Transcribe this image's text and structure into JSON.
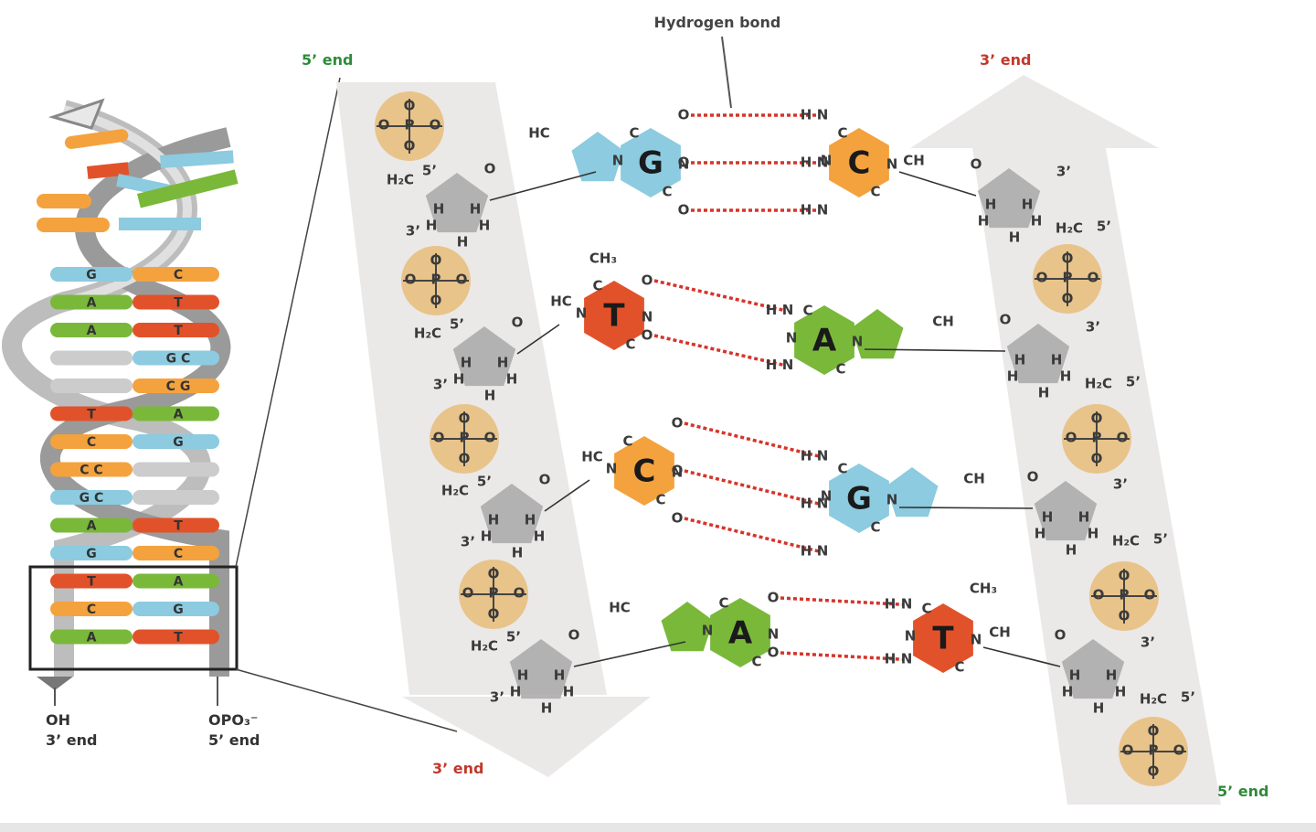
{
  "labels": {
    "hydrogen_bond": "Hydrogen bond",
    "left_top": "5’ end",
    "left_bottom": "3’ end",
    "right_top": "3’ end",
    "right_bottom": "5’ end",
    "helix_oh": "OH",
    "helix_oh_end": "3’ end",
    "helix_opo": "OPO₃⁻",
    "helix_opo_end": "5’ end"
  },
  "helix_pairs": [
    {
      "left": "G",
      "right": "C"
    },
    {
      "left": "A",
      "right": "T"
    },
    {
      "left": "A",
      "right": "T"
    },
    {
      "left": "",
      "right": "G C"
    },
    {
      "left": "",
      "right": "C G"
    },
    {
      "left": "T",
      "right": "A"
    },
    {
      "left": "C",
      "right": "G"
    },
    {
      "left": "C C",
      "right": ""
    },
    {
      "left": "G C",
      "right": ""
    },
    {
      "left": "A",
      "right": "T"
    },
    {
      "left": "G",
      "right": "C"
    },
    {
      "left": "T",
      "right": "A"
    },
    {
      "left": "C",
      "right": "G"
    },
    {
      "left": "A",
      "right": "T"
    }
  ],
  "base_pairs": [
    {
      "left": "G",
      "right": "C"
    },
    {
      "left": "T",
      "right": "A"
    },
    {
      "left": "C",
      "right": "G"
    },
    {
      "left": "A",
      "right": "T"
    }
  ],
  "colors": {
    "G": "#8ccbe0",
    "C": "#f4a23e",
    "T": "#e2522a",
    "A": "#7ab83a",
    "phosphate": "#e8c48a",
    "sugar": "#a8a8a8",
    "hbond": "#d6342a",
    "prime_red": "#c0392b",
    "prime_green": "#2e8b3a"
  },
  "atoms": {
    "P": "P",
    "O": "O",
    "H": "H",
    "N": "N",
    "C": "C",
    "H2C": "H₂C",
    "HC": "HC",
    "CH": "CH",
    "CH3": "CH₃",
    "p5": "5’",
    "p3": "3’"
  }
}
